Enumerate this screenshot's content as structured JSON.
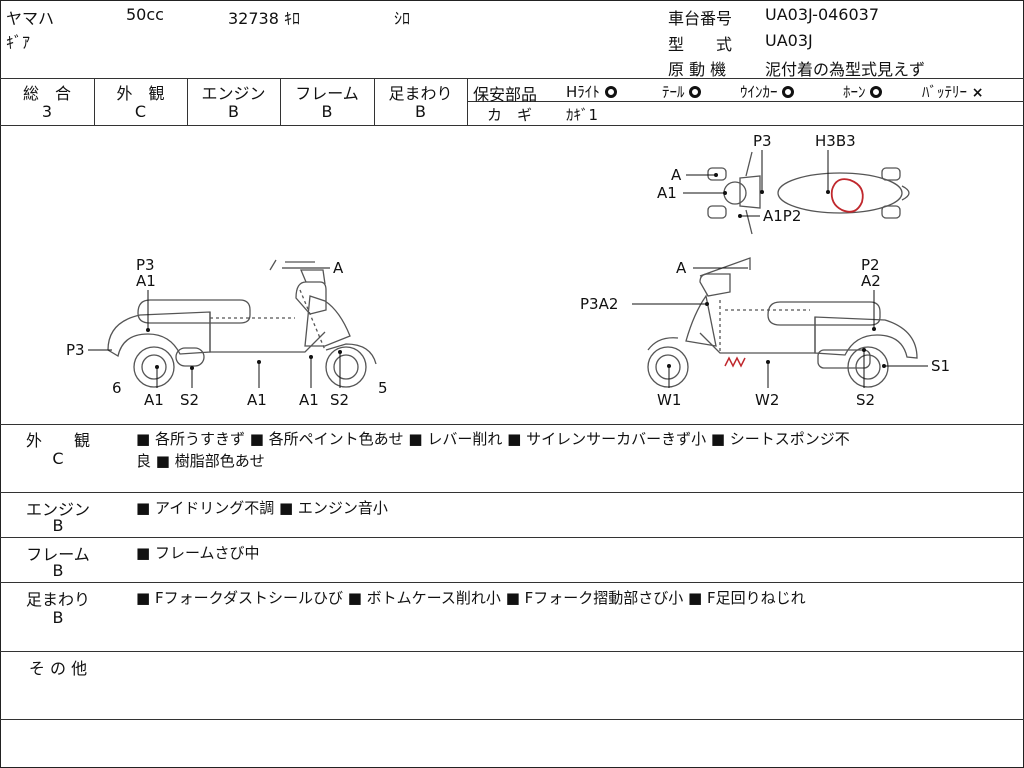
{
  "header": {
    "maker": "ヤマハ",
    "displacement": "50cc",
    "mileage": "32738",
    "mileage_unit": "ｷﾛ",
    "color": "ｼﾛ",
    "model_name": "ｷﾞｱ",
    "frame_no_label": "車台番号",
    "frame_no": "UA03J-046037",
    "type_label": "型　　式",
    "type_value": "UA03J",
    "engine_label": "原 動 機",
    "engine_value": "泥付着の為型式見えず"
  },
  "grades": [
    {
      "label": "総　合",
      "value": "3"
    },
    {
      "label": "外　観",
      "value": "C"
    },
    {
      "label": "エンジン",
      "value": "B"
    },
    {
      "label": "フレーム",
      "value": "B"
    },
    {
      "label": "足まわり",
      "value": "B"
    }
  ],
  "safety": {
    "label": "保安部品",
    "items": [
      {
        "name": "Hﾗｲﾄ",
        "status": "ok"
      },
      {
        "name": "ﾃｰﾙ",
        "status": "ok"
      },
      {
        "name": "ｳｲﾝｶｰ",
        "status": "ok"
      },
      {
        "name": "ﾎｰﾝ",
        "status": "ok"
      },
      {
        "name": "ﾊﾞｯﾃﾘｰ",
        "status": "ng"
      }
    ],
    "key_label": "カ　ギ",
    "key_value": "ｶｷﾞ1"
  },
  "diagram_labels": {
    "left": [
      "P3",
      "A1",
      "A",
      "P3",
      "6",
      "A1",
      "S2",
      "A1",
      "A1",
      "S2",
      "5"
    ],
    "right": [
      "A",
      "P3A2",
      "P2",
      "A2",
      "S1",
      "W1",
      "W2",
      "S2"
    ],
    "top": [
      "P3",
      "H3B3",
      "A",
      "A1",
      "A1P2"
    ]
  },
  "remarks": [
    {
      "category": "外　　観",
      "grade": "C",
      "text": "■ 各所うすきず ■ 各所ペイント色あせ ■ レバー削れ ■ サイレンサーカバーきず小 ■ シートスポンジ不",
      "text2": "良 ■ 樹脂部色あせ"
    },
    {
      "category": "エンジン",
      "grade": "B",
      "text": "■ アイドリング不調 ■ エンジン音小",
      "text2": ""
    },
    {
      "category": "フレーム",
      "grade": "B",
      "text": "■ フレームさび中",
      "text2": ""
    },
    {
      "category": "足まわり",
      "grade": "B",
      "text": "■ Fフォークダストシールひび ■ ボトムケース削れ小 ■ Fフォーク摺動部さび小 ■ F足回りねじれ",
      "text2": ""
    },
    {
      "category": "そ の 他",
      "grade": "",
      "text": "",
      "text2": ""
    }
  ],
  "colors": {
    "damage_mark": "#c0282d",
    "line": "#222222",
    "scooter": "#555555"
  }
}
